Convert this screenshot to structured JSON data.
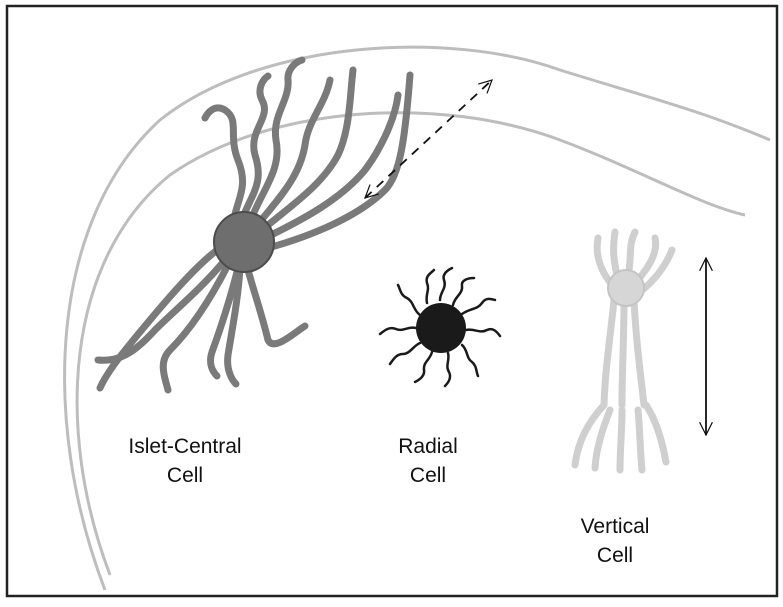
{
  "cells": [
    {
      "id": "islet-central",
      "lines": [
        "Islet-Central",
        "Cell"
      ]
    },
    {
      "id": "radial",
      "lines": [
        "Radial",
        "Cell"
      ]
    },
    {
      "id": "vertical",
      "lines": [
        "Vertical",
        "Cell"
      ]
    }
  ],
  "colors": {
    "frame": "#222222",
    "boundary": "#bdbdbd",
    "islet_soma": "#6e6e6e",
    "islet_dendrite": "#7a7a7a",
    "radial_soma": "#1a1a1a",
    "vertical_cell": "#cfcfcf",
    "arrow": "#111111"
  },
  "icons": {
    "dashed_arrow": "diagonal-dashed-double-arrow",
    "vertical_arrow": "vertical-double-arrow"
  }
}
